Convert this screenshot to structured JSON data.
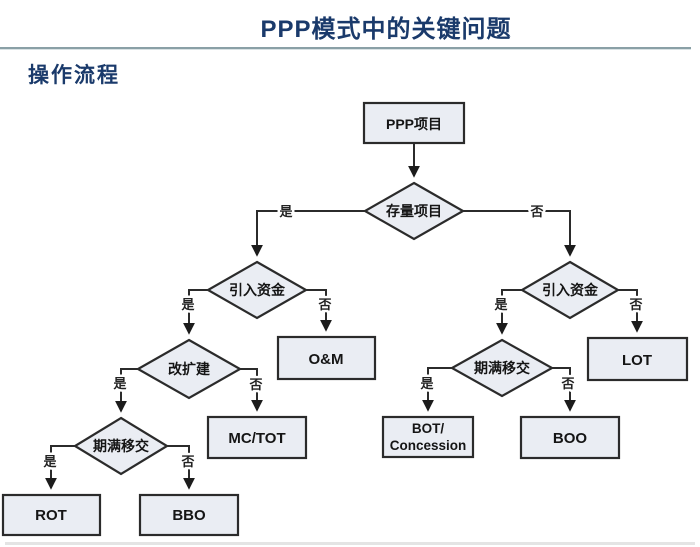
{
  "page": {
    "title": "PPP模式中的关键问题",
    "section_heading": "操作流程"
  },
  "colors": {
    "title_text": "#1a3a6b",
    "node_fill": "#eaedf3",
    "node_border": "#2b2b2b",
    "connector": "#2b2b2b",
    "divider": "#8aa0a6"
  },
  "flowchart": {
    "nodes": [
      {
        "id": "ppp-project",
        "shape": "rect",
        "label": "PPP项目"
      },
      {
        "id": "stock-project",
        "shape": "diamond",
        "label": "存量项目"
      },
      {
        "id": "inject-capital-left",
        "shape": "diamond",
        "label": "引入资金"
      },
      {
        "id": "inject-capital-right",
        "shape": "diamond",
        "label": "引入资金"
      },
      {
        "id": "om",
        "shape": "rect",
        "label": "O&M"
      },
      {
        "id": "rebuild-expand",
        "shape": "diamond",
        "label": "改扩建"
      },
      {
        "id": "mc-tot",
        "shape": "rect",
        "label": "MC/TOT"
      },
      {
        "id": "transfer-on-expiry-left",
        "shape": "diamond",
        "label": "期满移交"
      },
      {
        "id": "rot",
        "shape": "rect",
        "label": "ROT"
      },
      {
        "id": "bbo",
        "shape": "rect",
        "label": "BBO"
      },
      {
        "id": "transfer-on-expiry-right",
        "shape": "diamond",
        "label": "期满移交"
      },
      {
        "id": "bot-concession",
        "shape": "rect",
        "label_line1": "BOT/",
        "label_line2": "Concession"
      },
      {
        "id": "boo",
        "shape": "rect",
        "label": "BOO"
      },
      {
        "id": "lot",
        "shape": "rect",
        "label": "LOT"
      }
    ],
    "edges": [
      {
        "from": "ppp-project",
        "to": "stock-project",
        "label": ""
      },
      {
        "from": "stock-project",
        "to": "inject-capital-left",
        "label": "是"
      },
      {
        "from": "stock-project",
        "to": "inject-capital-right",
        "label": "否"
      },
      {
        "from": "inject-capital-left",
        "to": "rebuild-expand",
        "label": "是"
      },
      {
        "from": "inject-capital-left",
        "to": "om",
        "label": "否"
      },
      {
        "from": "rebuild-expand",
        "to": "transfer-on-expiry-left",
        "label": "是"
      },
      {
        "from": "rebuild-expand",
        "to": "mc-tot",
        "label": "否"
      },
      {
        "from": "transfer-on-expiry-left",
        "to": "rot",
        "label": "是"
      },
      {
        "from": "transfer-on-expiry-left",
        "to": "bbo",
        "label": "否"
      },
      {
        "from": "inject-capital-right",
        "to": "transfer-on-expiry-right",
        "label": "是"
      },
      {
        "from": "inject-capital-right",
        "to": "lot",
        "label": "否"
      },
      {
        "from": "transfer-on-expiry-right",
        "to": "bot-concession",
        "label": "是"
      },
      {
        "from": "transfer-on-expiry-right",
        "to": "boo",
        "label": "否"
      }
    ]
  }
}
